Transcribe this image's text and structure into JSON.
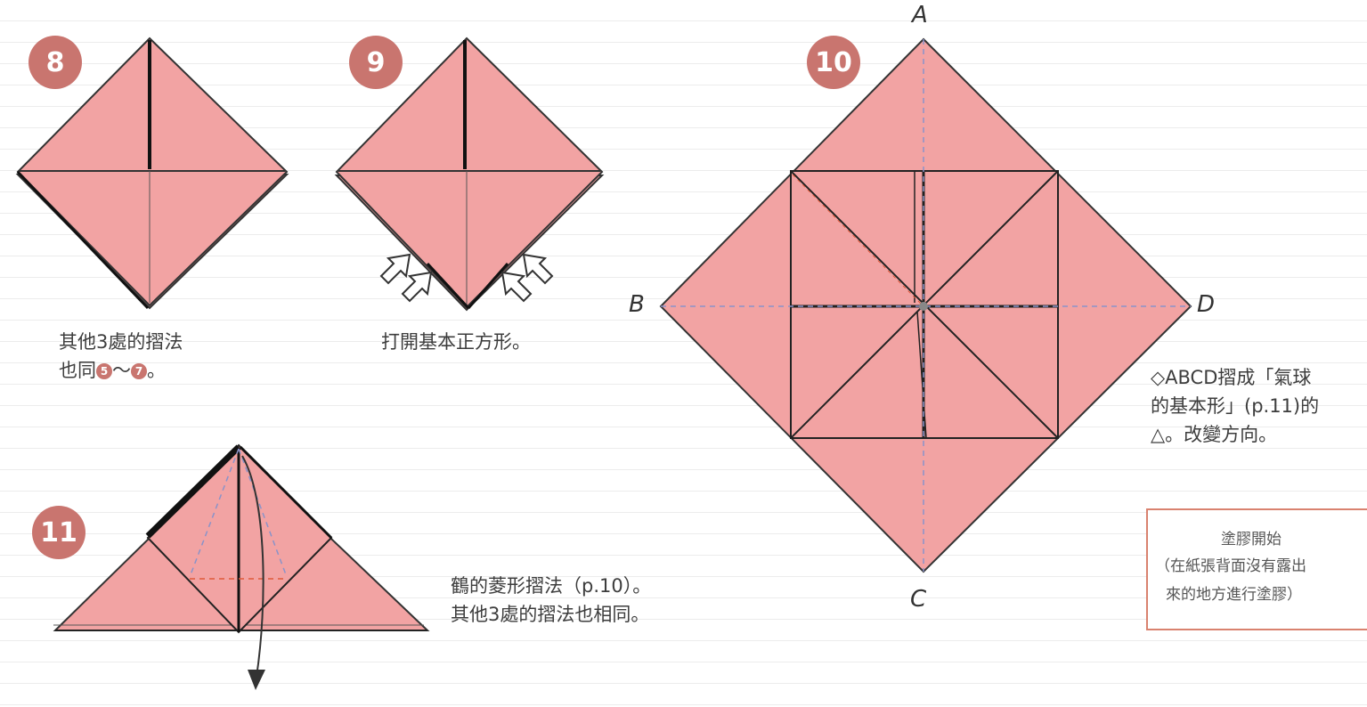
{
  "steps": {
    "s8": {
      "num": "8",
      "line1": "其他3處的摺法",
      "line2_pre": "也同",
      "line2_a": "5",
      "line2_mid": "～",
      "line2_b": "7",
      "line2_post": "。"
    },
    "s9": {
      "num": "9",
      "text": "打開基本正方形。"
    },
    "s10": {
      "num": "10",
      "labels": {
        "a": "A",
        "b": "B",
        "c": "C",
        "d": "D"
      },
      "note1": "◇ABCD摺成「氣球",
      "note2": "的基本形」(p.11)的",
      "note3": "△。改變方向。"
    },
    "s11": {
      "num": "11",
      "line1": "鶴的菱形摺法（p.10）。",
      "line2": "其他3處的摺法也相同。"
    }
  },
  "glue_box": {
    "title": "塗膠開始",
    "line1": "（在紙張背面沒有露出",
    "line2": "來的地方進行塗膠）"
  },
  "colors": {
    "paper": "#f2a3a3",
    "badge": "#c9756f",
    "fold_line": "#1a1a1a",
    "valley": "#8a93c9",
    "mountain": "#e05a3a",
    "glue_border": "#d9826f"
  }
}
